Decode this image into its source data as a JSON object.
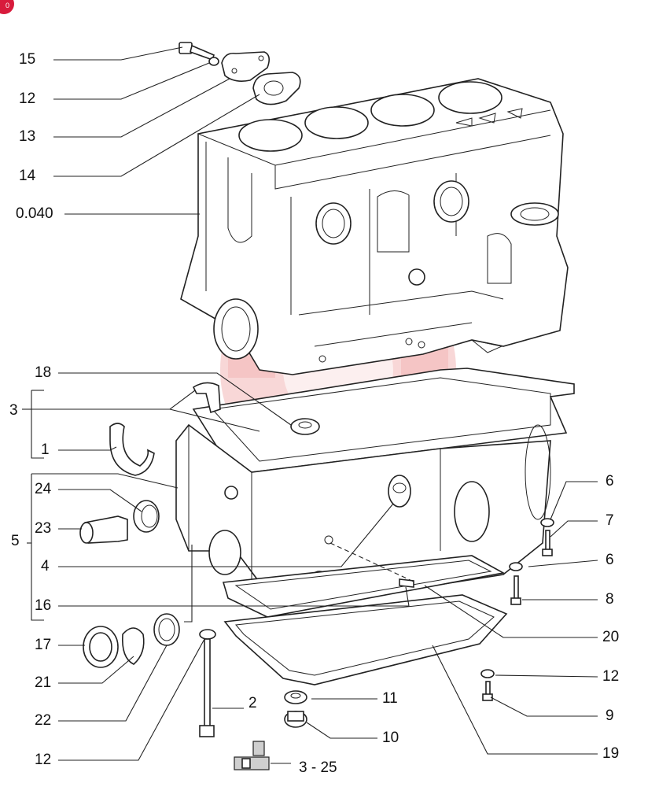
{
  "corner_badge": "0",
  "labels": {
    "p15": "15",
    "p12a": "12",
    "p13": "13",
    "p14": "14",
    "p0040": "0.040",
    "p18": "18",
    "p3": "3",
    "p1": "1",
    "p24": "24",
    "p5": "5",
    "p23": "23",
    "p4": "4",
    "p16": "16",
    "p17": "17",
    "p21": "21",
    "p22": "22",
    "p12b": "12",
    "p2": "2",
    "p11": "11",
    "p10": "10",
    "p6a": "6",
    "p7": "7",
    "p6b": "6",
    "p8": "8",
    "p20": "20",
    "p12c": "12",
    "p9": "9",
    "p19": "19"
  },
  "page_ref": "3 - 25",
  "watermark_text": "VAITEX",
  "colors": {
    "badge": "#d81b3c",
    "watermark": "#f2b6b6",
    "ink": "#222222"
  }
}
